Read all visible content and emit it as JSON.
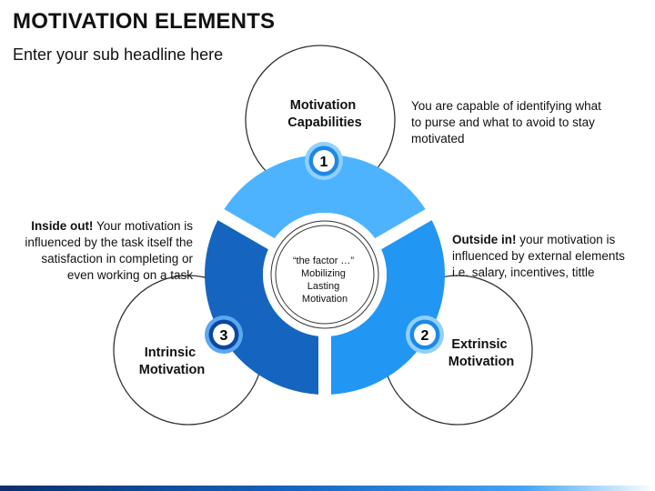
{
  "title": "MOTIVATION ELEMENTS",
  "subtitle": "Enter your sub headline here",
  "center_text": [
    "“the factor …”",
    "Mobilizing",
    "Lasting",
    "Motivation"
  ],
  "segments": [
    {
      "number": "1",
      "label_lines": [
        "Motivation",
        "Capabilities"
      ],
      "desc_bold": "",
      "desc_text": "You are  capable of identifying what to purse and what to avoid to stay motivated",
      "color": "#4db3ff"
    },
    {
      "number": "2",
      "label_lines": [
        "Extrinsic",
        "Motivation"
      ],
      "desc_bold": "Outside in!",
      "desc_text": " your motivation is influenced by external elements i.e. salary, incentives, tittle",
      "color": "#2196f3"
    },
    {
      "number": "3",
      "label_lines": [
        "Intrinsic",
        "Motivation"
      ],
      "desc_bold": "Inside out!",
      "desc_text": " Your motivation is influenced by the task itself the satisfaction in completing or even working on a task",
      "color": "#1565c0"
    }
  ],
  "colors": {
    "segment_1": "#4db3ff",
    "segment_2": "#2196f3",
    "segment_3": "#1565c0",
    "badge_ring": "#1e88e5",
    "outline": "#333333"
  }
}
